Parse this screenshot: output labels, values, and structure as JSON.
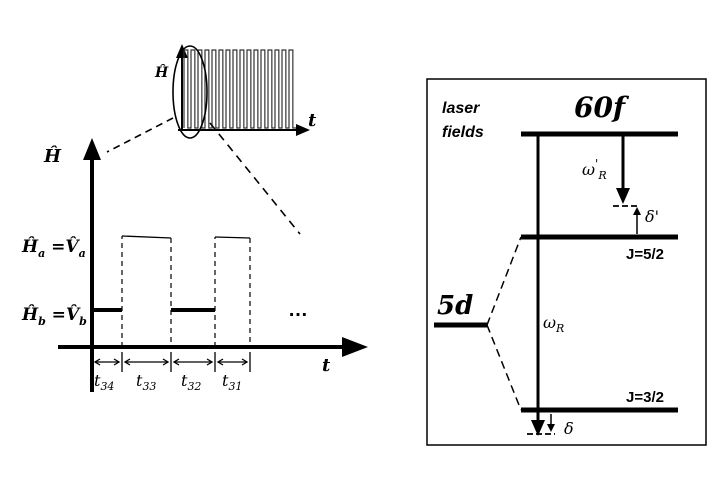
{
  "left": {
    "inset": {
      "y_axis_label": "Ĥ",
      "x_axis_label": "t"
    },
    "main": {
      "y_axis_label": "Ĥ",
      "x_axis_label": "t",
      "level_a_label": "Ĥa =V̂a",
      "level_a_lhs": "Ĥ",
      "level_a_lhs_sub": "a",
      "level_a_eq": " =",
      "level_a_rhs": "V̂",
      "level_a_rhs_sub": "a",
      "level_b_lhs": "Ĥ",
      "level_b_lhs_sub": "b",
      "level_b_eq": " =",
      "level_b_rhs": "V̂",
      "level_b_rhs_sub": "b",
      "ellipsis": "…",
      "time_labels": [
        {
          "base": "t",
          "sub": "34"
        },
        {
          "base": "t",
          "sub": "33"
        },
        {
          "base": "t",
          "sub": "32"
        },
        {
          "base": "t",
          "sub": "31"
        }
      ]
    }
  },
  "right": {
    "laser_label_line1": "laser",
    "laser_label_line2": "fields",
    "state_upper": "60f",
    "state_lower": "5d",
    "level_j52": "J=5/2",
    "level_j32": "J=3/2",
    "omega_r_prime": {
      "base": "ω",
      "sup": "'",
      "sub": "R"
    },
    "omega_r": {
      "base": "ω",
      "sub": "R"
    },
    "delta_prime": "δ'",
    "delta": "δ"
  }
}
